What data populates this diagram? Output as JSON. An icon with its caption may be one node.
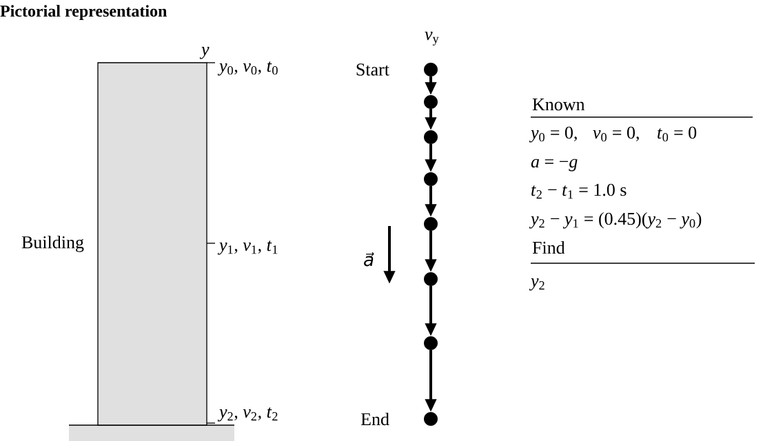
{
  "diagram": {
    "title": "Pictorial representation",
    "nodes": [
      {
        "text": [
          "Building"
        ]
      },
      {
        "text": [],
        "shape": "circle",
        "beside": [
          "Start"
        ]
      },
      {
        "text": [],
        "shape": "circle"
      },
      {
        "text": [],
        "shape": "circle"
      },
      {
        "text": [],
        "shape": "circle"
      },
      {
        "text": [],
        "shape": "circle"
      },
      {
        "text": [],
        "shape": "circle"
      },
      {
        "text": [],
        "shape": "circle"
      },
      {
        "text": [],
        "shape": "circle",
        "beside": [
          "End"
        ]
      }
    ],
    "edges": [
      {
        "from": 1,
        "to": 2,
        "arrow": "to"
      },
      {
        "from": 2,
        "to": 3,
        "arrow": "to"
      },
      {
        "from": 3,
        "to": 4,
        "arrow": "to"
      },
      {
        "from": 4,
        "to": 5,
        "arrow": "to"
      },
      {
        "from": 5,
        "to": 6,
        "arrow": "to"
      },
      {
        "from": 6,
        "to": 7,
        "arrow": "to"
      },
      {
        "from": 7,
        "to": 8,
        "arrow": "to"
      }
    ],
    "labels": [
      "y",
      "*y*$_{0}$, *v*$_{0}$, *t*$_{0}$",
      "*v*$_{y}$",
      "Known",
      "*y*$_{0}$ = 0,",
      "*v*$_{0}$ = 0,",
      "*t*$_{0}$ = 0",
      "*a* = −*g*",
      "*t*$_{2}$ − *t*$_{1}$ = 1.0 s",
      "*y*$_{1}$, *v*$_{1}$, *t*$_{1}$",
      "*y*$_{2}$ − *y*$_{1}$ = (0.45)(*y*$_{2}$ − *y*$_{0}$)",
      "a⃗",
      "Find",
      "*y*$_{2}$",
      "*y*$_{2}$, *v*$_{2}$, *t*$_{2}$"
    ]
  }
}
